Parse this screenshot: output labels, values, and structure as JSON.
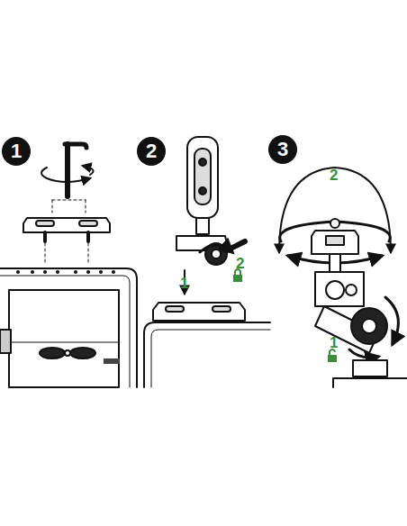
{
  "diagram": {
    "nodes": [
      {
        "text": [
          "1"
        ]
      },
      {
        "text": [
          "2"
        ]
      },
      {
        "text": [
          "3"
        ]
      }
    ],
    "labels": [
      "1",
      "2",
      "2",
      "1"
    ]
  }
}
